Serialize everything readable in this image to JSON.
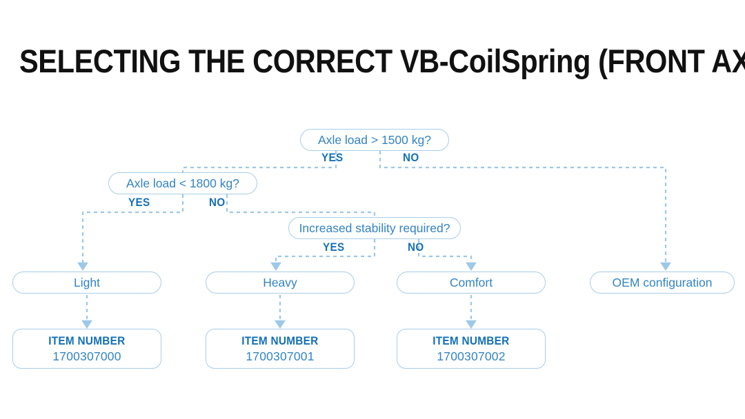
{
  "page": {
    "title": "SELECTING THE CORRECT VB-CoilSpring (FRONT AXLE)",
    "background_color": "#ffffff",
    "accent_color": "#3284c4",
    "border_color": "#a9cde8",
    "label_color": "#1470b8",
    "connector_color": "#9dc8e8"
  },
  "diagram": {
    "type": "flowchart",
    "decisions": [
      {
        "id": "d1",
        "label": "Axle load > 1500 kg?",
        "yes_label": "YES",
        "no_label": "NO"
      },
      {
        "id": "d2",
        "label": "Axle load < 1800 kg?",
        "yes_label": "YES",
        "no_label": "NO"
      },
      {
        "id": "d3",
        "label": "Increased stability required?",
        "yes_label": "YES",
        "no_label": "NO"
      }
    ],
    "results": [
      {
        "id": "r1",
        "label": "Light"
      },
      {
        "id": "r2",
        "label": "Heavy"
      },
      {
        "id": "r3",
        "label": "Comfort"
      },
      {
        "id": "r4",
        "label": "OEM configuration"
      }
    ],
    "item_numbers": [
      {
        "caption": "ITEM NUMBER",
        "value": "1700307000"
      },
      {
        "caption": "ITEM NUMBER",
        "value": "1700307001"
      },
      {
        "caption": "ITEM NUMBER",
        "value": "1700307002"
      }
    ],
    "edges": [
      {
        "from": "d1",
        "branch": "YES",
        "to": "d2"
      },
      {
        "from": "d1",
        "branch": "NO",
        "to": "r4"
      },
      {
        "from": "d2",
        "branch": "YES",
        "to": "r1"
      },
      {
        "from": "d2",
        "branch": "NO",
        "to": "d3"
      },
      {
        "from": "d3",
        "branch": "YES",
        "to": "r2"
      },
      {
        "from": "d3",
        "branch": "NO",
        "to": "r3"
      },
      {
        "from": "r1",
        "branch": "",
        "to": "item-1700307000"
      },
      {
        "from": "r2",
        "branch": "",
        "to": "item-1700307001"
      },
      {
        "from": "r3",
        "branch": "",
        "to": "item-1700307002"
      }
    ]
  }
}
